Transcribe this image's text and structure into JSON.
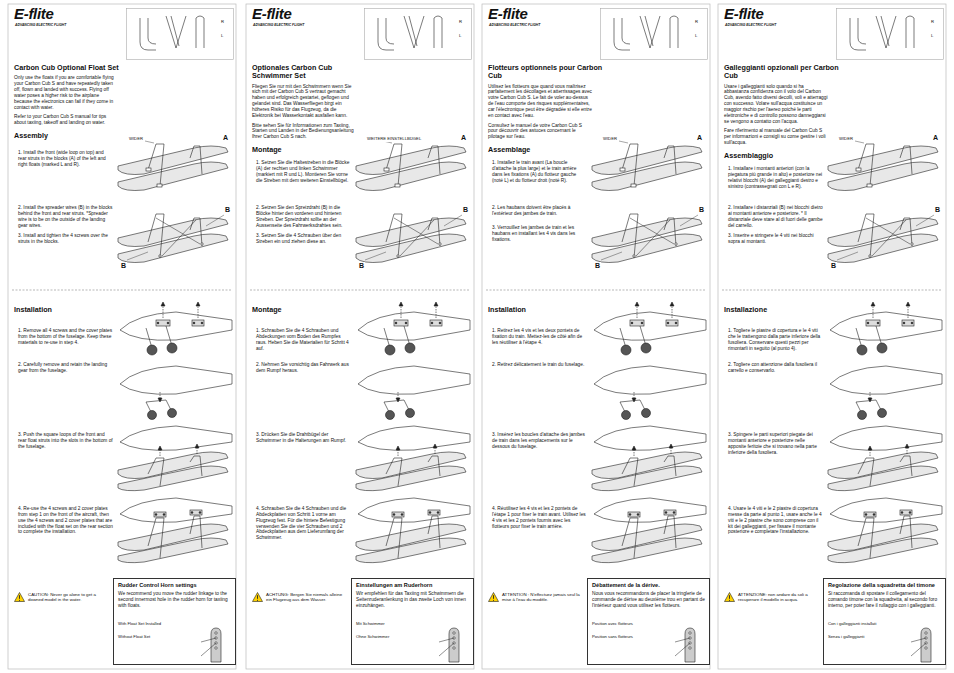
{
  "diagram": {
    "nodes": [
      {
        "text": [
          "Rudder Control Horn settings",
          "We recommend you move the rudder linkage to the second innermost hole in the rudder horn for taxiing with floats.",
          "With Float Set Installed",
          "Without Float Set"
        ]
      },
      {
        "text": [
          "Einstellungen am Ruderhorn",
          "Wir empfehlen für das Taxiing mit Schwimmern die Seitenruderanlenkung in das zweite Loch von innen einzuhängen.",
          "Mit Schwimmer",
          "Ohne Schwimmer"
        ]
      },
      {
        "text": [
          "Débattement de la dérive.",
          "Nous vous recommandons de placer la tringlerie de commande de dérive au deuxième trou en partant de l'intérieur quand vous utilisez les flotteurs.",
          "Position avec flotteurs",
          "Position sans flotteurs"
        ]
      },
      {
        "text": [
          "Regolazione della squadretta del timone",
          "Si raccomanda di spostare il collegamento del comando timone con la squadretta, al secondo foro interno, per poter fare il rullaggio con i galleggianti.",
          "Con i galleggianti installati",
          "Senza i galleggianti"
        ]
      }
    ],
    "labels": [
      "E-flite",
      "ADVANCING ELECTRIC FLIGHT",
      "Carbon Cub Optional Float Set",
      "Only use the floats if you are comfortable flying your Carbon Cub S and have repeatedly taken off, flown and landed with success. Flying off water poses a higher risk to the airplane because the electronics can fail if they come in contact with water.",
      "Refer to your Carbon Cub S manual for tips about taxiing, takeoff and landing on water.",
      "R",
      "L",
      "Assembly",
      "WIDER",
      "A",
      "1. Install the front (wide loop on top) and rear struts in the blocks (A) of the left and right floats (marked L and R).",
      "2. Install the spreader wires (B) in the blocks behind the front and rear struts. *Spreader wire is to be on the outside of the landing gear wires.",
      "3. Install and tighten the 4 screws over the struts in the blocks.",
      "B",
      "B",
      "Installation",
      "1. Remove all 4 screws and the cover plates from the bottom of the fuselage. Keep these materials to re-use in step 4.",
      "2. Carefully remove and retain the landing gear from the fuselage.",
      "3. Push the square loops of the front and rear float struts into the slots in the bottom of the fuselage.",
      "4. Re-use the 4 screws and 2 cover plates from step 1 on the front of the aircraft, then use the 4 screws and 2 cover plates that are included with the float set on the rear section to complete the installation.",
      "CAUTION: Never go alone to get a downed model in the water.",
      "E-flite",
      "ADVANCING ELECTRIC FLIGHT",
      "Optionales Carbon Cub Schwimmer Set",
      "Fliegen Sie nur mit den Schwimmern wenn Sie sich mit der Carbon Cub S vertraut gemacht haben und erfolgreich gestartet, geflogen und gelandet sind. Das Wasserfliegen birgt ein höheres Risiko für das Flugzeug, da die Elektronik bei Wasserkontakt ausfallen kann.",
      "Bitte sehen Sie für Informationen zum Taxiing, Starten und Landen in der Bedienungsanleitung Ihrer Carbon Cub S nach.",
      "R",
      "L",
      "Montage",
      "WEITERE EINSTELLBÜGEL",
      "A",
      "1. Setzen Sie die Haltestreben in die Blöcke (A) der rechten und linken Schwimmer (markiert mit R und L). Montieren Sie vorne die Streben mit dem weiteren Einstellbügel.",
      "2. Setzen Sie den Spreizdraht (B) in die Blöcke hinter den vorderen und hinteren Streben. Der Spreizdraht sollte an der Aussenseite des Fahrwerksdrahtes sein.",
      "3. Setzen Sie die 4 Schrauben über den Streben ein und ziehen diese an.",
      "B",
      "B",
      "Montage",
      "1. Schrauben Sie die 4 Schrauben und Abdeckungen vom Boden des Rumpfes raus. Heben Sie die Materialien für Schritt 4 auf.",
      "2. Nehmen Sie vorsichtig das Fahrwerk aus dem Rumpf heraus.",
      "3. Drücken Sie die Drahtbügel der Schwimmer in die Halterungen am Rumpf.",
      "4. Schrauben Sie die 4 Schrauben und die Abdeckplatten von Schritt 1 vorne am Flugzeug fest. Für die hintere Befestigung verwenden Sie die vier Schrauben und 2 Abdeckplatten aus dem Lieferumfang der Schwimmer.",
      "ACHTUNG: Bergen Sie niemals alleine ein Flugzeug aus dem Wasser.",
      "E-flite",
      "ADVANCING ELECTRIC FLIGHT",
      "Flotteurs optionnels pour Carbon Cub",
      "Utilisez les flotteurs que quand vous maîtrisez parfaitement les décollages et atterrissages avec votre Carbon Cub S. Le fait de voler au-dessus de l'eau comporte des risques supplémentaires, car l'électronique peut être dégradée si elle entre en contact avec l'eau.",
      "Consultez le manuel de votre Carbon Cub S pour découvrir des astuces concernant le pilotage sur l'eau.",
      "R",
      "L",
      "Assemblage",
      "WIDER",
      "A",
      "1. Installez le train avant (La boucle d'attache la plus large) et le train arrière dans les fixations (A) du flotteur gauche (noté L) et du flotteur droit (noté R).",
      "2. Les haubans doivent être placés à l'extérieur des jambes de train.",
      "3. Verrouillez les jambes de train et les haubans en installant les 4 vis dans les fixations.",
      "B",
      "B",
      "Installation",
      "1. Retirez les 4 vis et les deux pontets de fixation du train. Mettez-les de côté afin de les réutiliser à l'étape 4.",
      "2. Retirez délicatement le train du fuselage.",
      "3. Insérez les boucles d'attache des jambes de train dans les emplacements sur le dessous du fuselage.",
      "4. Réutilisez les 4 vis et les 2 pontets de l'étape 1 pour fixer le train avant. Utilisez les 4 vis et les 2 pontets fournis avec les flotteurs pour fixer le train arrière.",
      "ATTENTION : N'effectuez jamais seul la mise à l'eau du modèle.",
      "E-flite",
      "ADVANCING ELECTRIC FLIGHT",
      "Galleggianti opzionali per Carbon Cub",
      "Usare i galleggianti solo quando si ha abbastanza confidenza con il volo del Carbon Cub, avendo fatto diversi decolli, voli e atterraggi con successo. Volare sull'acqua costituisce un maggior rischio per l'aereo poiché le parti elettroniche e di controllo possono danneggiarsi se vengono a contatto con l'acqua.",
      "Fare riferimento al manuale del Carbon Cub S per informazioni e consigli su come gestire i voli sull'acqua.",
      "R",
      "L",
      "Assemblaggio",
      "WIDER",
      "A",
      "1. Installare i montanti anteriori (con la piegatura più grande in alto) e posteriore nei relativi blocchi (A) dei galleggianti destro e sinistro (contrassegnati con L e R).",
      "2. Installare i distanziali (B) nei blocchi dietro ai montanti anteriore e posteriore. * Il distanziale deve stare al di fuori delle gambe del carrello.",
      "3. Inserire e stringere le 4 viti nei blocchi sopra ai montanti.",
      "B",
      "B",
      "Installazione",
      "1. Togliere le piastre di copertura e le 4 viti che le trattengono dalla parte inferiore della fusoliera. Conservare questi pezzi per rimontarli in seguito (al punto 4).",
      "2. Togliere con attenzione dalla fusoliera il carrello e conservarlo.",
      "3. Spingere le parti superiori piegate dei montanti anteriore e posteriore nelle apposite feritoie che si trovano nella parte inferiore della fusoliera.",
      "4. Usare le 4 viti e le 2 piastre di copertura messe da parte al punto 1, usare anche le 4 viti e le 2 piastre che sono comprese con il kit dei galleggianti, per fissare il montante posteriore e completare l'installazione.",
      "ATTENZIONE: non andare da soli a recuperare il modello in acqua."
    ]
  }
}
